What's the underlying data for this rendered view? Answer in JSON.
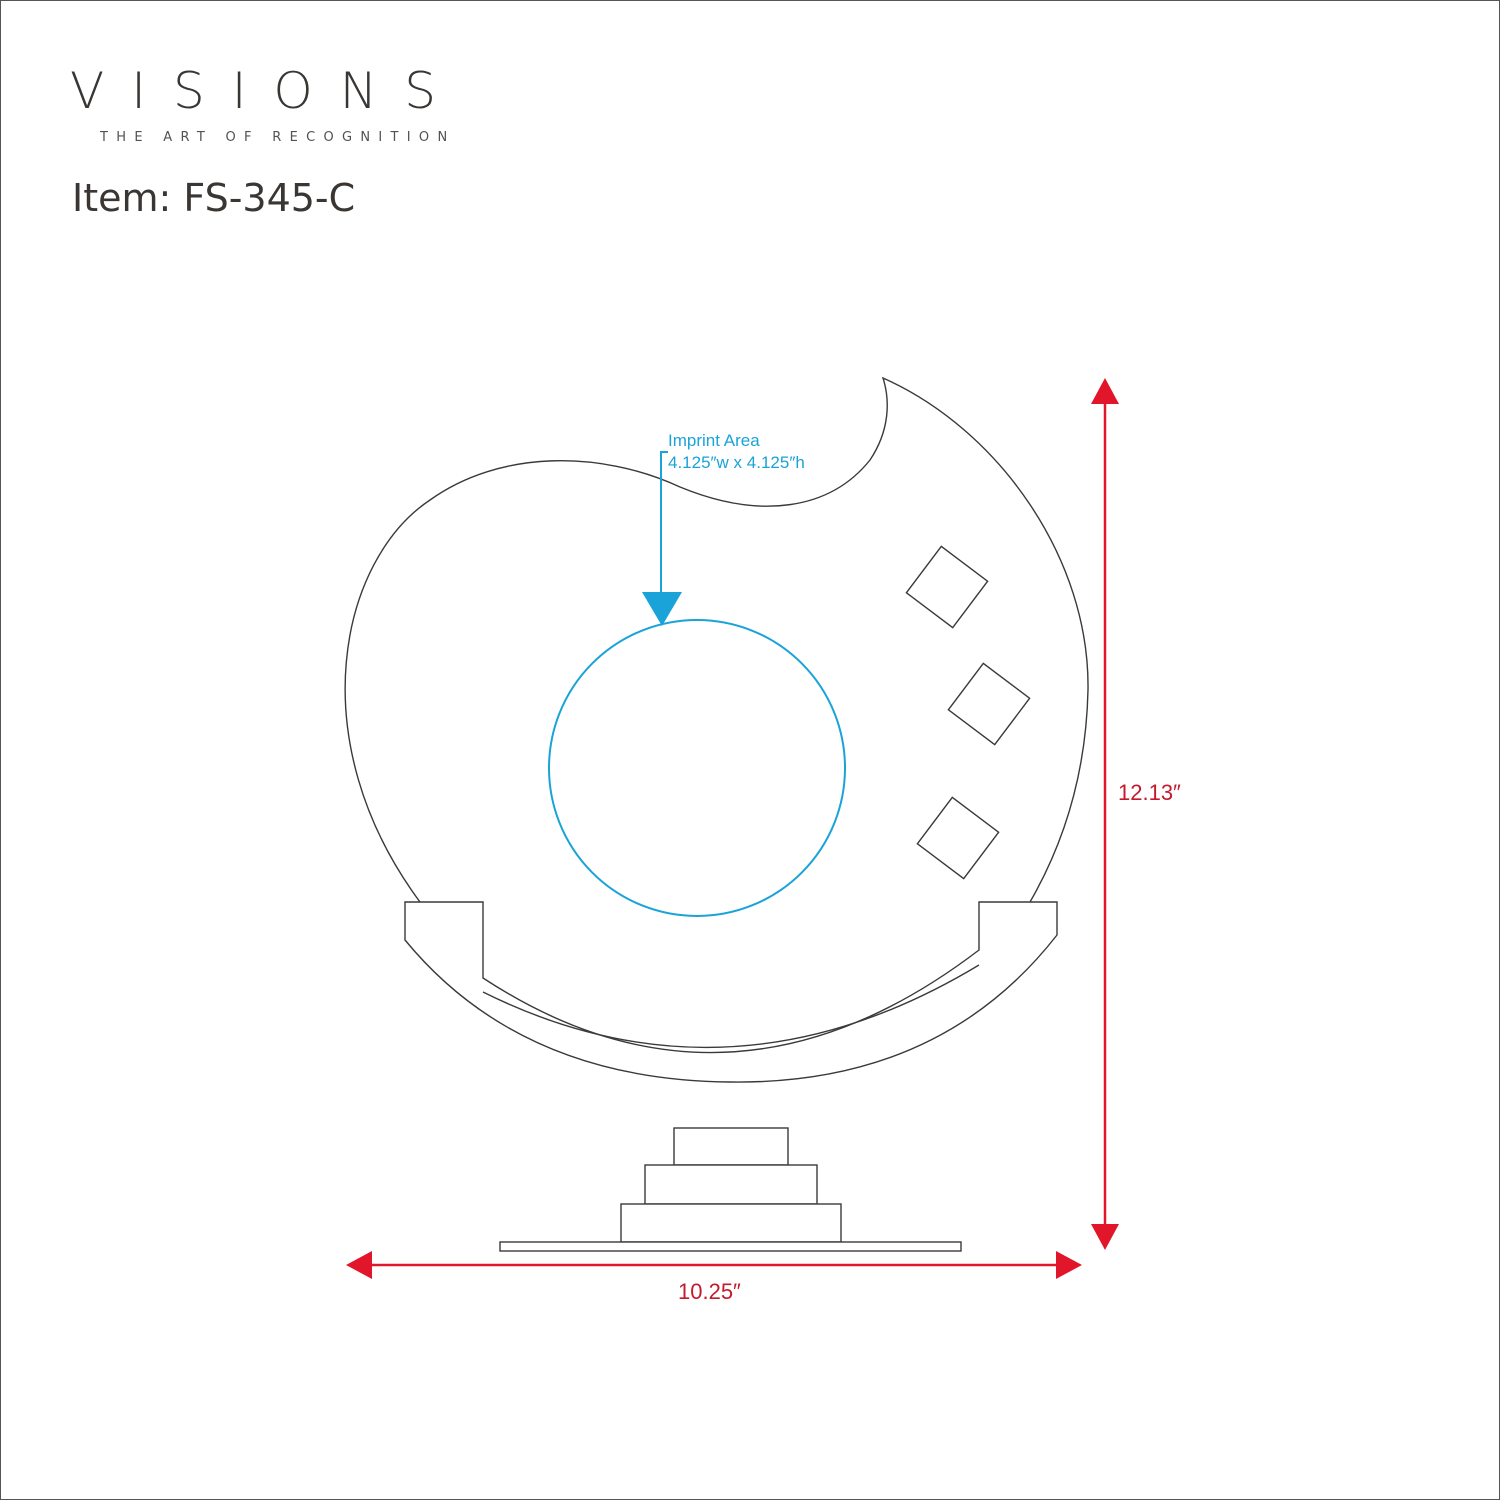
{
  "brand": {
    "name": "VISIONS",
    "tagline": "THE ART OF RECOGNITION"
  },
  "item": {
    "label": "Item: FS-345-C"
  },
  "imprint": {
    "title": "Imprint Area",
    "size": "4.125″w x 4.125″h"
  },
  "dimensions": {
    "height": "12.13″",
    "width": "10.25″"
  },
  "colors": {
    "outline": "#3a3a3a",
    "imprint": "#1aa3d8",
    "dimension": "#e1162b",
    "dimension_text": "#c41a2c"
  }
}
